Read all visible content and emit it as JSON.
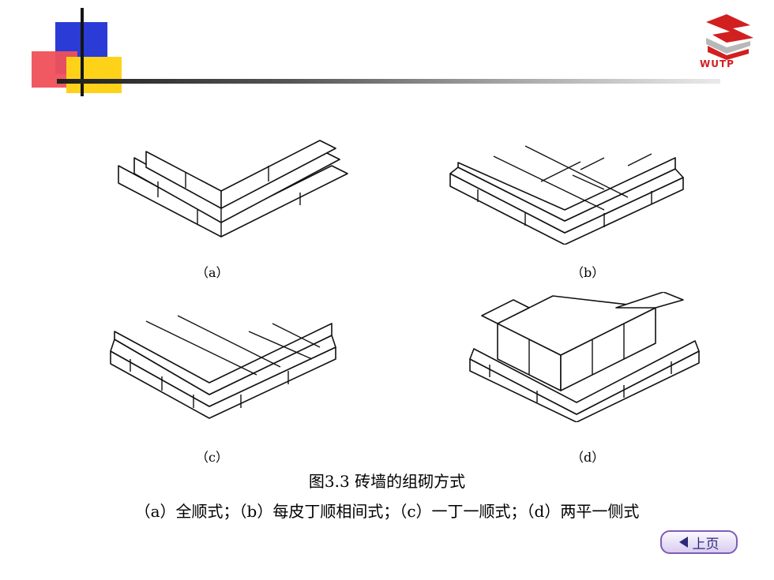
{
  "logo": {
    "text": "WUTP",
    "icon": "wutp-logo-icon"
  },
  "figures": [
    {
      "id": "a",
      "label": "（a）"
    },
    {
      "id": "b",
      "label": "（b）"
    },
    {
      "id": "c",
      "label": "（c）"
    },
    {
      "id": "d",
      "label": "（d）"
    }
  ],
  "caption": "图3.3 砖墙的组砌方式",
  "subcaption": "（a）全顺式；（b）每皮丁顺相间式；（c）一丁一顺式；（d）两平一侧式",
  "nav": {
    "prev_label": "上页",
    "prev_icon": "left-arrow-icon"
  },
  "colors": {
    "blue": "#2b3bd6",
    "red": "#f0505a",
    "yellow": "#ffd21a",
    "logo_red": "#d21f1f",
    "button_border": "#7d5cb8"
  }
}
